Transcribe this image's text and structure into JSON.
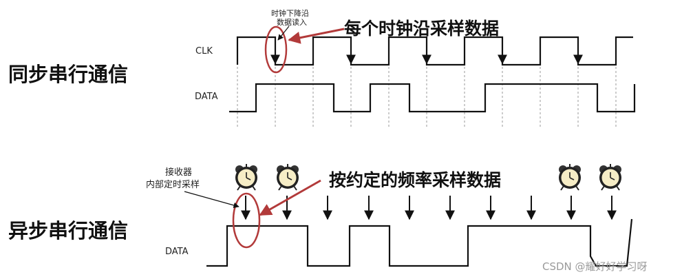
{
  "sync": {
    "title": "同步串行通信",
    "clk_label": "CLK",
    "data_label": "DATA",
    "note_line1": "时钟下降沿",
    "note_line2": "数据读入",
    "callout": "每个时钟沿采样数据"
  },
  "async": {
    "title": "异步串行通信",
    "data_label": "DATA",
    "note_line1": "接收器",
    "note_line2": "内部定时采样",
    "callout": "按约定的频率采样数据"
  },
  "watermark": "CSDN @耀好好学习呀",
  "colors": {
    "signal": "#111111",
    "highlight": "#b23a3a",
    "guide": "#9a9a9a"
  },
  "icons": [
    "alarm-clock-icon"
  ]
}
